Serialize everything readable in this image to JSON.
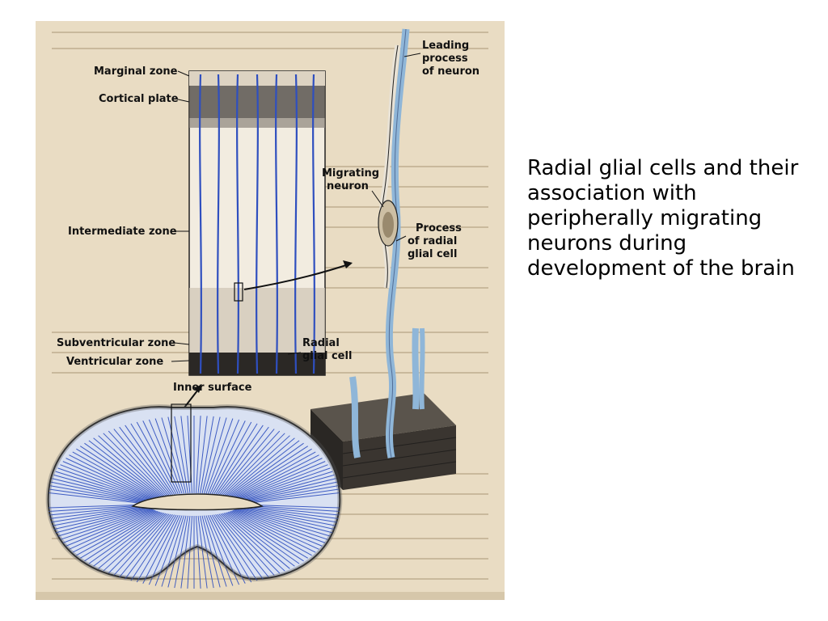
{
  "caption": {
    "text": "Radial glial cells and their association with peripherally migrating neurons during development of the brain"
  },
  "figure": {
    "labels": {
      "marginal_zone": "Marginal zone",
      "cortical_plate": "Cortical plate",
      "intermediate_zone": "Intermediate zone",
      "subventricular_zone": "Subventricular zone",
      "ventricular_zone": "Ventricular zone",
      "inner_surface": "Inner surface",
      "radial_glial_cell": [
        "Radial",
        "glial cell"
      ],
      "leading_process": [
        "Leading",
        "process",
        "of neuron"
      ],
      "migrating_neuron": [
        "Migrating",
        "neuron"
      ],
      "process_radial_glial": [
        "Process",
        "of radial",
        "glial cell"
      ]
    },
    "colors": {
      "paper": "#e9dcc3",
      "glial_blue": "#2f4fbf",
      "fiber_blue": "#8fb6d8",
      "ink": "#111111"
    }
  }
}
